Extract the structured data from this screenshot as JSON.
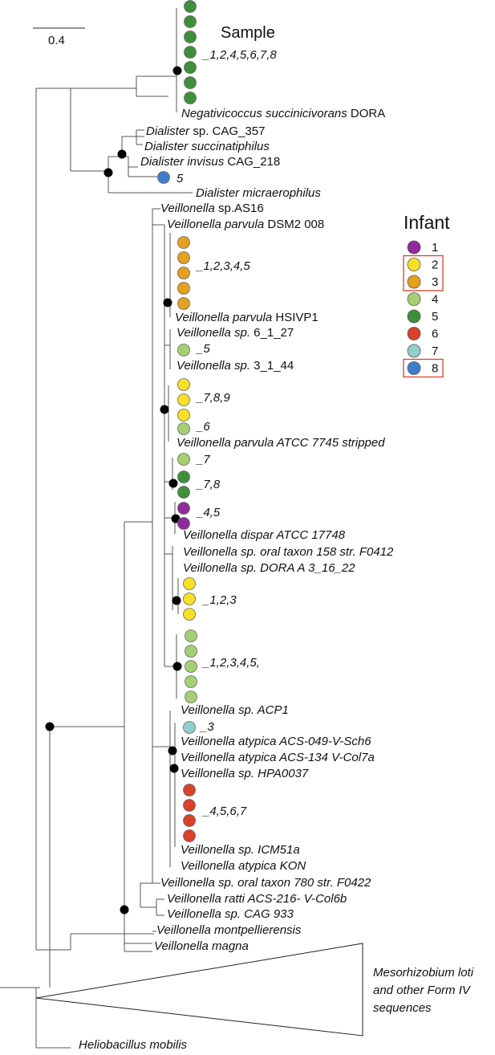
{
  "scale_bar": {
    "label": "0.4"
  },
  "sample_header": "Sample",
  "legend": {
    "title": "Infant",
    "items": [
      {
        "id": "1",
        "color": "#8e2a9a"
      },
      {
        "id": "2",
        "color": "#f7e126",
        "highlighted": true
      },
      {
        "id": "3",
        "color": "#e4a01e",
        "highlighted": true
      },
      {
        "id": "4",
        "color": "#a6cf73"
      },
      {
        "id": "5",
        "color": "#3f8f3a"
      },
      {
        "id": "6",
        "color": "#d9412a"
      },
      {
        "id": "7",
        "color": "#92cdd0"
      },
      {
        "id": "8",
        "color": "#3f7dcb",
        "highlighted": true
      }
    ],
    "highlight_color": "#d9412a"
  },
  "node_color": "#000000",
  "branch_color": "#555555",
  "leaves": {
    "negativicoccus": {
      "genus": "Negativicoccus succinicivorans",
      "suffix": " DORA"
    },
    "dialister_cag357": {
      "genus": "Dialister",
      "suffix": " sp. CAG_357"
    },
    "dialister_succ": {
      "genus": "Dialister succinatiphilus",
      "suffix": ""
    },
    "dialister_invisus": {
      "genus": "Dialister invisus",
      "suffix": " CAG_218"
    },
    "dialister_micra": {
      "genus": "Dialister micraerophilus",
      "suffix": ""
    },
    "veil_as16": {
      "genus": "Veillonella",
      "suffix": " sp.AS16"
    },
    "veil_parvula_dsm": {
      "genus": "Veillonella parvula",
      "suffix": " DSM2 008"
    },
    "veil_parvula_hsivp1": {
      "genus": "Veillonella parvula",
      "suffix": " HSIVP1"
    },
    "veil_6_1_27": {
      "genus": "Veillonella sp.",
      "suffix": " 6_1_27"
    },
    "veil_3_1_44": {
      "genus": "Veillonella sp.",
      "suffix": " 3_1_44"
    },
    "veil_parvula_atcc": {
      "genus": "Veillonella parvula ATCC 7745 stripped",
      "suffix": ""
    },
    "veil_dispar": {
      "genus": "Veillonella dispar ATCC 17748",
      "suffix": ""
    },
    "veil_oral158": {
      "genus": "Veillonella sp. oral taxon 158 str. F0412",
      "suffix": ""
    },
    "veil_dora": {
      "genus": "Veillonella sp. DORA A 3_16_22",
      "suffix": ""
    },
    "veil_acp1": {
      "genus": "Veillonella sp. ACP1",
      "suffix": ""
    },
    "veil_atypica_049": {
      "genus": "Veillonella atypica ACS-049-V-Sch6",
      "suffix": ""
    },
    "veil_atypica_134": {
      "genus": "Veillonella atypica ACS-134 V-Col7a",
      "suffix": ""
    },
    "veil_hpa0037": {
      "genus": "Veillonella sp. HPA0037",
      "suffix": ""
    },
    "veil_icm51a": {
      "genus": "Veillonella sp. ICM51a",
      "suffix": ""
    },
    "veil_atypica_kon": {
      "genus": "Veillonella atypica KON",
      "suffix": ""
    },
    "veil_oral780": {
      "genus": "Veillonella sp. oral taxon 780 str. F0422",
      "suffix": ""
    },
    "veil_ratti": {
      "genus": "Veillonella ratti ACS-216- V-Col6b",
      "suffix": ""
    },
    "veil_cag933": {
      "genus": "Veillonella sp. CAG 933",
      "suffix": ""
    },
    "veil_montpel": {
      "genus": "Veillonella montpellierensis",
      "suffix": ""
    },
    "veil_magna": {
      "genus": "Veillonella magna",
      "suffix": ""
    },
    "mesorhizobium_1": {
      "genus": "Mesorhizobium loti",
      "suffix": ""
    },
    "mesorhizobium_2": {
      "genus": "and other Form IV",
      "suffix": ""
    },
    "mesorhizobium_3": {
      "genus": "sequences",
      "suffix": ""
    },
    "heliobacillus": {
      "genus": "Heliobacillus mobilis",
      "suffix": ""
    }
  },
  "sample_groups": {
    "g_top": {
      "label": "_1,2,4,5,6,7,8",
      "infant": "5",
      "count": 7
    },
    "g_dialister5": {
      "label": "5",
      "infant": "8",
      "count": 1
    },
    "g_parvula": {
      "label": "_1,2,3,4,5",
      "infant": "3",
      "count": 5
    },
    "g_5": {
      "label": "_5",
      "infant": "4",
      "count": 1
    },
    "g_789": {
      "label": "_7,8,9",
      "infant": "2",
      "count": 3
    },
    "g_6": {
      "label": "_6",
      "infant": "4",
      "count": 1
    },
    "g_7": {
      "label": "_7",
      "infant": "4",
      "count": 1
    },
    "g_78": {
      "label": "_7,8",
      "infant": "5",
      "count": 2
    },
    "g_45": {
      "label": "_4,5",
      "infant": "1",
      "count": 2
    },
    "g_123": {
      "label": "_1,2,3",
      "infant": "2",
      "count": 3
    },
    "g_12345": {
      "label": "_1,2,3,4,5,",
      "infant": "4",
      "count": 5
    },
    "g_3": {
      "label": "_3",
      "infant": "7",
      "count": 1
    },
    "g_4567": {
      "label": "_4,5,6,7",
      "infant": "6",
      "count": 4
    }
  }
}
